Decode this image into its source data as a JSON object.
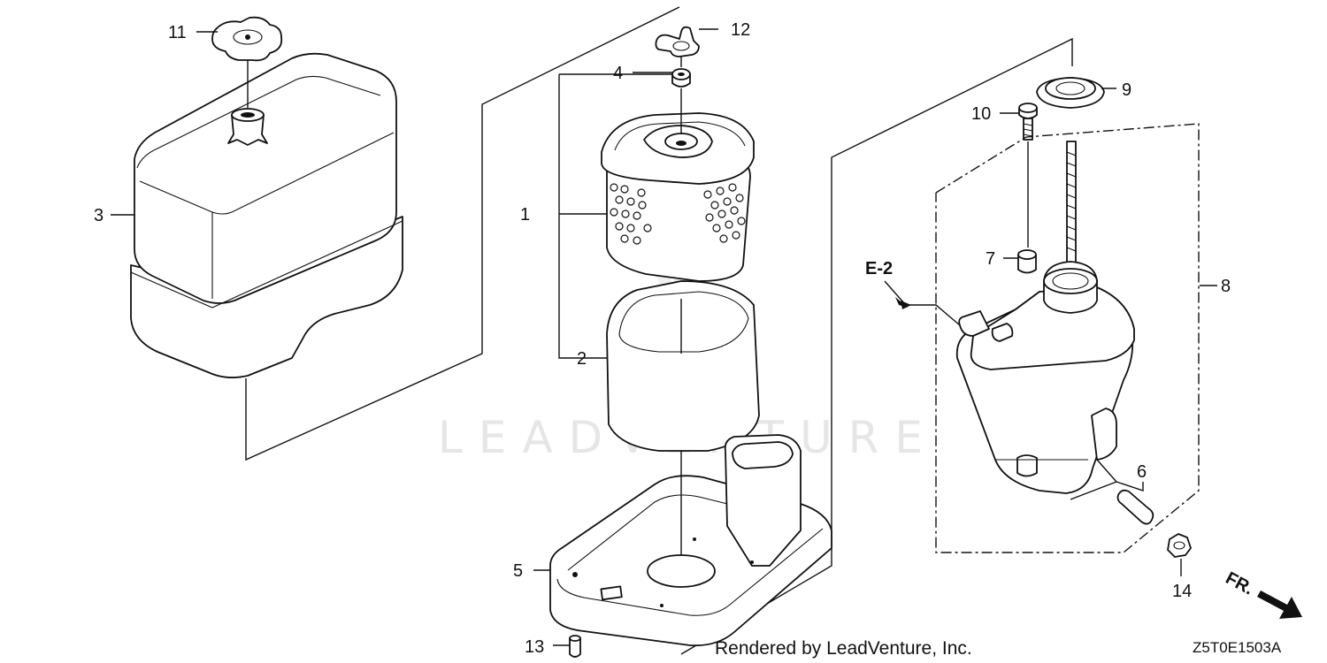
{
  "diagram": {
    "part_callouts": [
      "1",
      "2",
      "3",
      "4",
      "5",
      "6",
      "7",
      "8",
      "9",
      "10",
      "11",
      "12",
      "13",
      "14"
    ],
    "reference_label": "E-2",
    "direction_label": "FR.",
    "watermark": "LEADVENTURE",
    "footer_credit": "Rendered by LeadVenture, Inc.",
    "diagram_code": "Z5T0E1503A"
  }
}
